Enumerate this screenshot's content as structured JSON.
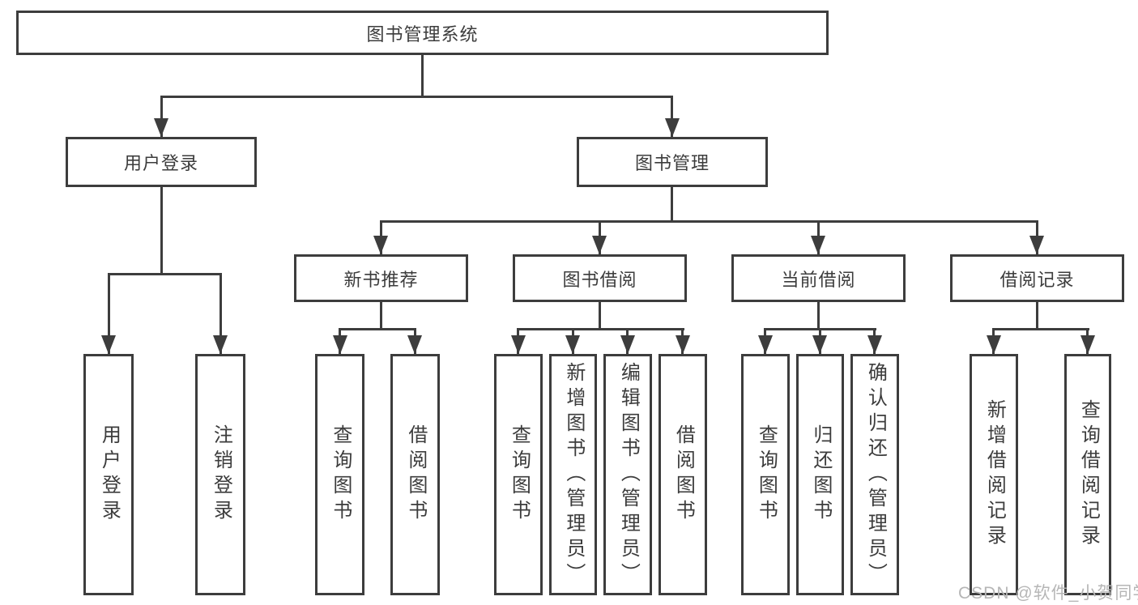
{
  "tree": {
    "root": {
      "label": "图书管理系统",
      "children": [
        {
          "label": "用户登录",
          "children": [
            {
              "label": "用户登录"
            },
            {
              "label": "注销登录"
            }
          ]
        },
        {
          "label": "图书管理",
          "children": [
            {
              "label": "新书推荐",
              "children": [
                {
                  "label": "查询图书"
                },
                {
                  "label": "借阅图书"
                }
              ]
            },
            {
              "label": "图书借阅",
              "children": [
                {
                  "label": "查询图书"
                },
                {
                  "label": "新增图书（管理员）"
                },
                {
                  "label": "编辑图书（管理员）"
                },
                {
                  "label": "借阅图书"
                }
              ]
            },
            {
              "label": "当前借阅",
              "children": [
                {
                  "label": "查询图书"
                },
                {
                  "label": "归还图书"
                },
                {
                  "label": "确认归还（管理员）"
                }
              ]
            },
            {
              "label": "借阅记录",
              "children": [
                {
                  "label": "新增借阅记录"
                },
                {
                  "label": "查询借阅记录"
                }
              ]
            }
          ]
        }
      ]
    }
  },
  "colors": {
    "line": "#3d3d3d",
    "text": "#3c3c3c",
    "watermark": "#b6b6b6"
  },
  "watermark": "CSDN @软件_小贺同学"
}
